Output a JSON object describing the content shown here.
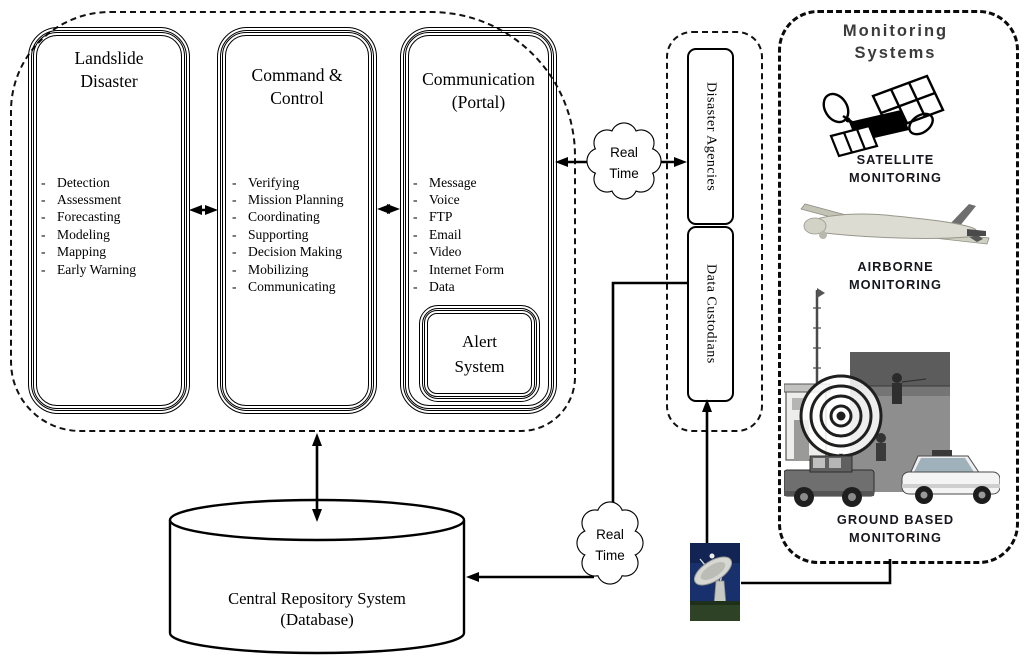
{
  "bullet": "-",
  "main_panel": {
    "boxes": [
      {
        "title1": "Landslide",
        "title2": "Disaster",
        "items": [
          "Detection",
          "Assessment",
          "Forecasting",
          "Modeling",
          "Mapping",
          "Early Warning"
        ]
      },
      {
        "title1": "Command &",
        "title2": "Control",
        "items": [
          "Verifying",
          "Mission Planning",
          "Coordinating",
          "Supporting",
          "Decision Making",
          "Mobilizing",
          "Communicating"
        ]
      },
      {
        "title1": "Communication",
        "title2": "(Portal)",
        "items": [
          "Message",
          "Voice",
          "FTP",
          "Email",
          "Video",
          "Internet Form",
          "Data"
        ]
      }
    ],
    "alert_box": {
      "line1": "Alert",
      "line2": "System"
    }
  },
  "realtime_clouds": [
    {
      "line1": "Real",
      "line2": "Time"
    },
    {
      "line1": "Real",
      "line2": "Time"
    }
  ],
  "agencies_panel": {
    "disaster_agencies_label": "Disaster Agencies",
    "data_custodians_label": "Data Custodians"
  },
  "monitoring_panel": {
    "title1": "Monitoring",
    "title2": "Systems",
    "satellite_caption1": "SATELLITE",
    "satellite_caption2": "MONITORING",
    "airborne_caption1": "AIRBORNE",
    "airborne_caption2": "MONITORING",
    "ground_caption1": "GROUND BASED",
    "ground_caption2": "MONITORING"
  },
  "repository": {
    "line1": "Central Repository System",
    "line2": "(Database)"
  },
  "icons": {
    "satellite_image": "satellite-clipart",
    "airborne_image": "uav-drone",
    "ground_image": "ground-station-montage",
    "dish_image": "radio-telescope-photo"
  },
  "colors": {
    "line": "#000000",
    "caption": "#16161f",
    "title_gray": "#3b3b3b",
    "background": "#ffffff"
  }
}
